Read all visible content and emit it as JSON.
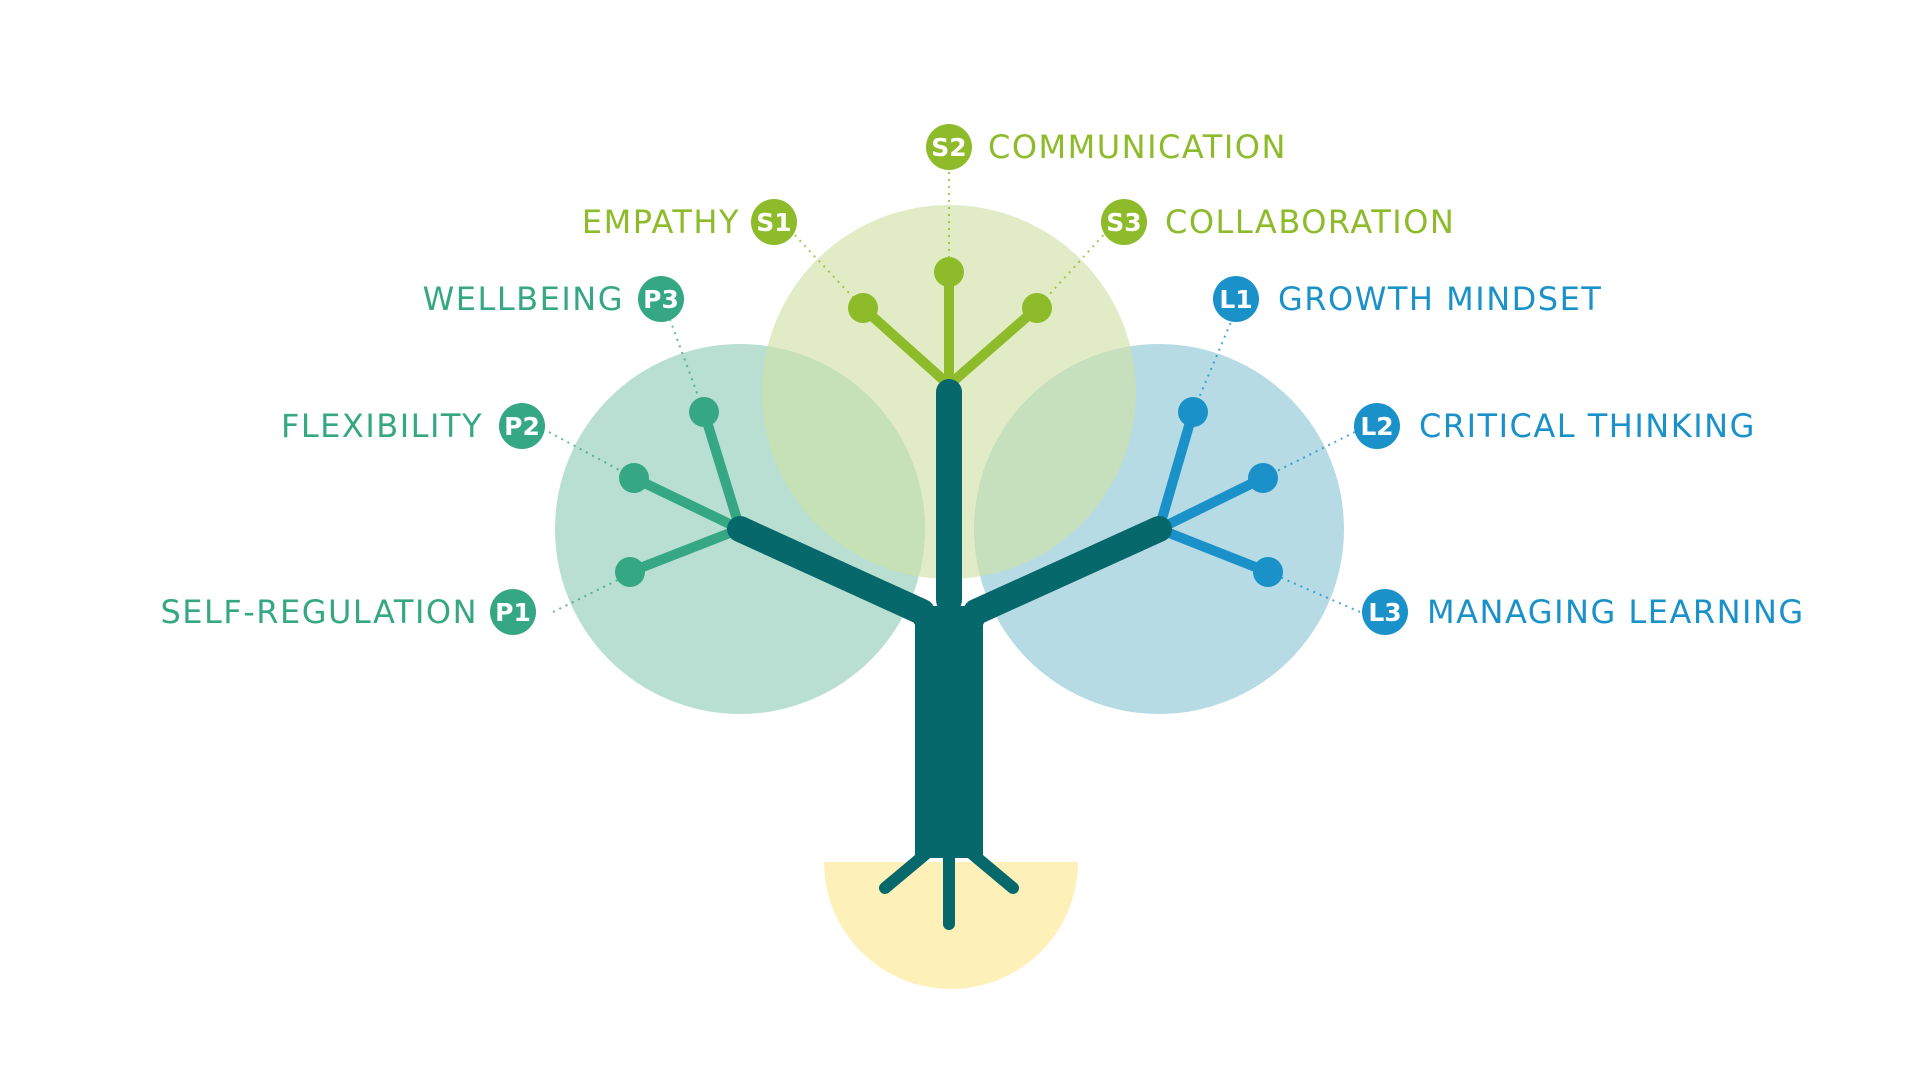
{
  "colors": {
    "personal": "#36a783",
    "personal_circle": "#a9d8c8",
    "social": "#8dbb2a",
    "social_circle": "#d6e4b4",
    "learning": "#1a92c9",
    "learning_circle": "#a8d4de",
    "trunk": "#07686b",
    "soil": "#fdf0b8"
  },
  "skills": {
    "p1": {
      "code": "P1",
      "name": "SELF-REGULATION"
    },
    "p2": {
      "code": "P2",
      "name": "FLEXIBILITY"
    },
    "p3": {
      "code": "P3",
      "name": "WELLBEING"
    },
    "s1": {
      "code": "S1",
      "name": "EMPATHY"
    },
    "s2": {
      "code": "S2",
      "name": "COMMUNICATION"
    },
    "s3": {
      "code": "S3",
      "name": "COLLABORATION"
    },
    "l1": {
      "code": "L1",
      "name": "GROWTH MINDSET"
    },
    "l2": {
      "code": "L2",
      "name": "CRITICAL THINKING"
    },
    "l3": {
      "code": "L3",
      "name": "MANAGING LEARNING"
    }
  }
}
